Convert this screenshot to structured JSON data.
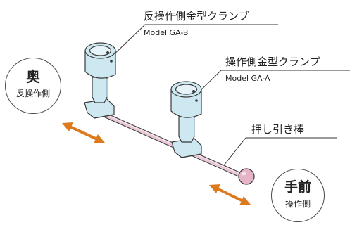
{
  "callouts": {
    "clamp_b": {
      "title": "反操作側金型クランプ",
      "model": "Model GA-B"
    },
    "clamp_a": {
      "title": "操作側金型クランプ",
      "model": "Model GA-A"
    },
    "push_pull_rod": {
      "title": "押し引き棒"
    }
  },
  "sides": {
    "back": {
      "label": "奥",
      "sub": "反操作側"
    },
    "front": {
      "label": "手前",
      "sub": "操作側"
    }
  },
  "colors": {
    "clamp_body": "#cde8f1",
    "clamp_outline": "#3a3a3a",
    "rod": "#e8c7d6",
    "knob": "#e6b4c9",
    "arrow": "#de7a1e",
    "line": "#333333"
  }
}
